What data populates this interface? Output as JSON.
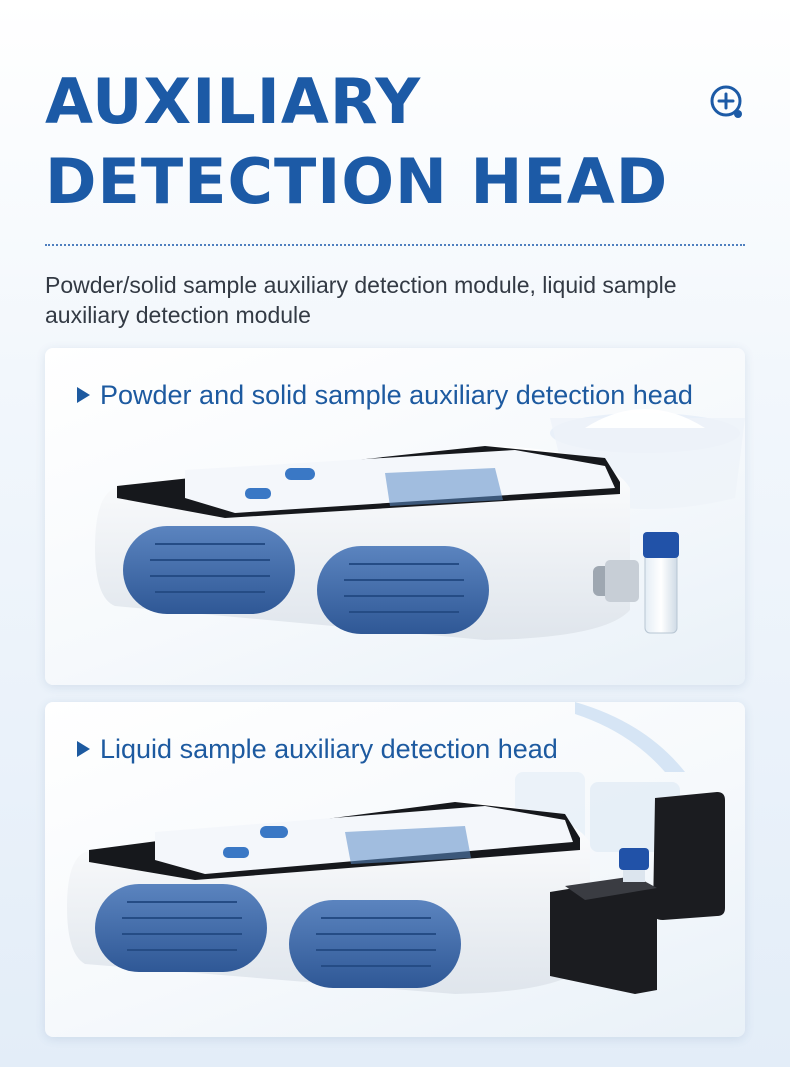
{
  "page": {
    "title_line1": "AUXILIARY",
    "title_line2": "DETECTION HEAD",
    "subtitle": "Powder/solid sample auxiliary detection module, liquid sample auxiliary detection module"
  },
  "colors": {
    "title": "#1c5aa6",
    "heading": "#1d5aa0",
    "device_body": "#ffffff",
    "device_grip": "#3f6aa8",
    "accessory_black": "#1b1c20",
    "vial_cap": "#2152a8"
  },
  "icons": {
    "header": "zoom-plus-icon",
    "bullet": "triangle-right-icon"
  },
  "cards": [
    {
      "heading": "Powder and solid sample auxiliary detection head"
    },
    {
      "heading": "Liquid sample auxiliary detection head"
    }
  ]
}
